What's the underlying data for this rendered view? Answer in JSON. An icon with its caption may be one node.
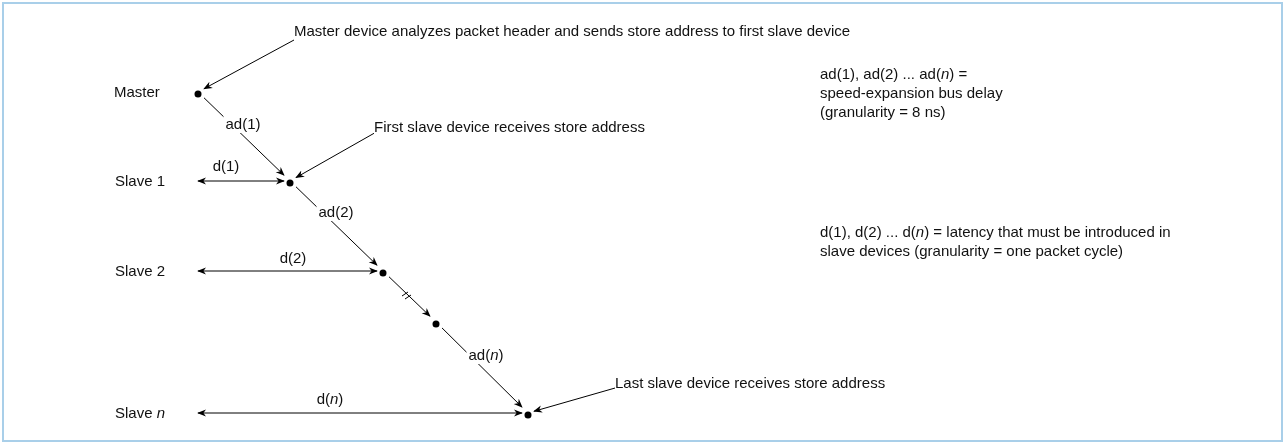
{
  "diagram": {
    "nodes": [
      {
        "text": [
          "Master device analyzes packet header and sends store address to first slave device"
        ]
      },
      {
        "text": [
          "Master"
        ]
      },
      {
        "text": [],
        "shape": "circle"
      },
      {
        "text": [
          "First slave device receives store address"
        ]
      },
      {
        "text": [
          "Slave 1"
        ]
      },
      {
        "text": [],
        "shape": "circle"
      },
      {
        "text": [
          "Slave 2"
        ]
      },
      {
        "text": [],
        "shape": "circle"
      },
      {
        "text": [],
        "shape": "circle"
      },
      {
        "text": [
          "Last slave device receives store address"
        ]
      },
      {
        "text": [
          "Slave *n*"
        ]
      },
      {
        "text": [],
        "shape": "circle"
      }
    ],
    "edges": [
      {
        "from": 0,
        "to": 2,
        "arrow": "to"
      },
      {
        "from": 2,
        "to": 5,
        "arrow": "to",
        "label": "ad(1)"
      },
      {
        "from": 3,
        "to": 5,
        "arrow": "to"
      },
      {
        "from": 4,
        "to": 5,
        "arrow": "both",
        "label": "d(1)"
      },
      {
        "from": 5,
        "to": 7,
        "arrow": "to",
        "label": "ad(2)"
      },
      {
        "from": 6,
        "to": 7,
        "arrow": "both",
        "label": "d(2)"
      },
      {
        "from": 7,
        "to": 8,
        "arrow": "to"
      },
      {
        "from": 8,
        "to": 11,
        "arrow": "to",
        "label": "ad(*n*)"
      },
      {
        "from": 9,
        "to": 11,
        "arrow": "to"
      },
      {
        "from": 10,
        "to": 11,
        "arrow": "both",
        "label": "d(*n*)"
      }
    ],
    "labels": [
      "ad(1), ad(2) ... ad(*n*) = speed-expansion bus delay (granularity = 8 ns)",
      "d(1), d(2) ... d(*n*) = latency that must be introduced in slave devices (granularity = one packet cycle)"
    ]
  }
}
